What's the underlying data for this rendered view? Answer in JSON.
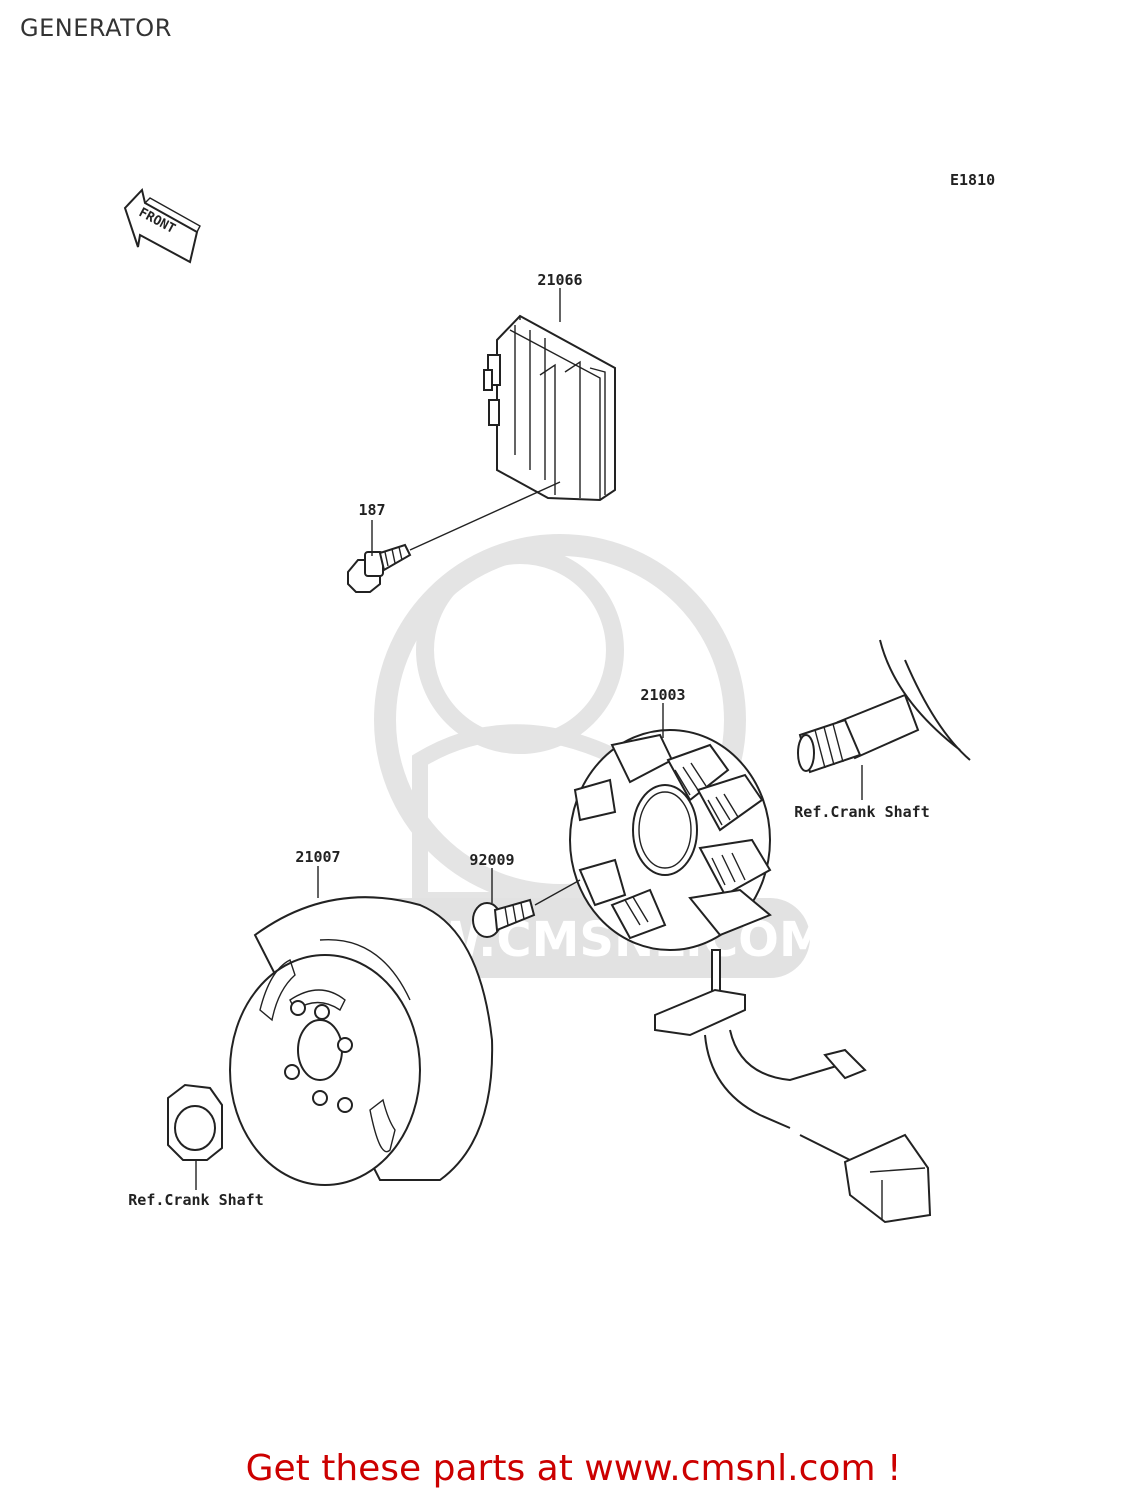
{
  "page": {
    "title": "GENERATOR",
    "diagram_code": "E1810",
    "cta": "Get these parts at www.cmsnl.com !"
  },
  "front_marker": {
    "text": "FRONT"
  },
  "parts": [
    {
      "number": "21066",
      "name": "regulator"
    },
    {
      "number": "187",
      "name": "bolt"
    },
    {
      "number": "21003",
      "name": "stator"
    },
    {
      "number": "21007",
      "name": "rotor"
    },
    {
      "number": "92009",
      "name": "screw"
    }
  ],
  "refs": [
    {
      "text": "Ref.Crank Shaft"
    },
    {
      "text": "Ref.Crank Shaft"
    }
  ],
  "watermark": {
    "text": "WWW.CMSNL.COM"
  },
  "colors": {
    "cta": "#cc0000",
    "line": "#222222",
    "watermark": "#e2e2e2"
  }
}
